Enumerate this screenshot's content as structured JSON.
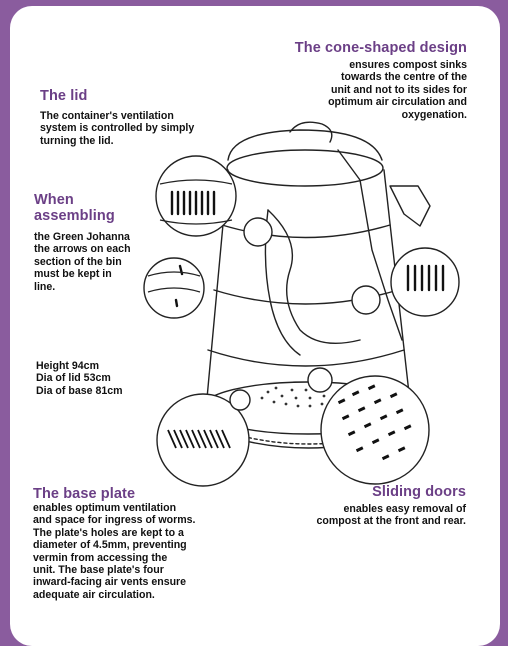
{
  "colors": {
    "background": "#8a5c9e",
    "card": "#ffffff",
    "heading": "#6b3f86",
    "text": "#111111"
  },
  "cone": {
    "heading": "The cone-shaped design",
    "lines": [
      "ensures compost sinks",
      "towards the centre of the",
      "unit and not to its sides for",
      "optimum air circulation and",
      "oxygenation."
    ]
  },
  "lid": {
    "heading": "The lid",
    "lines": [
      "The container's ventilation",
      "system is controlled by simply",
      "turning the lid."
    ]
  },
  "assembling": {
    "heading_lines": [
      "When",
      "assembling"
    ],
    "lines": [
      "the Green Johanna",
      "the arrows on each",
      "section of the bin",
      "must be kept in",
      "line."
    ]
  },
  "dimensions": {
    "lines": [
      "Height 94cm",
      "Dia of lid 53cm",
      "Dia of base 81cm"
    ]
  },
  "base_plate": {
    "heading": "The base plate",
    "lines": [
      "enables optimum ventilation",
      "and space for ingress of worms.",
      "The plate's holes are kept to a",
      "diameter of 4.5mm, preventing",
      "vermin from accessing the",
      "unit. The base plate's four",
      "inward-facing air vents ensure",
      "adequate air circulation."
    ]
  },
  "sliding_doors": {
    "heading": "Sliding doors",
    "lines": [
      "enables easy removal of",
      "compost at the front and rear."
    ]
  }
}
